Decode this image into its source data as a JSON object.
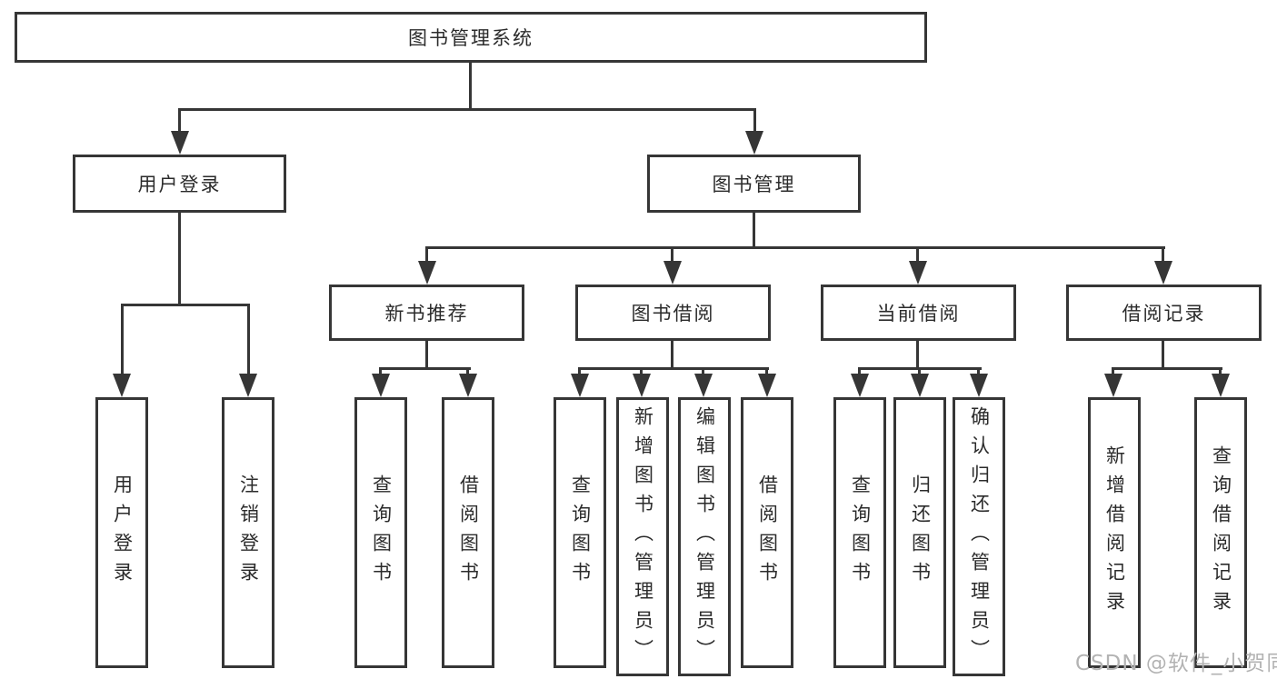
{
  "tree": {
    "label": "图书管理系统",
    "children": [
      {
        "label": "用户登录",
        "children": [
          {
            "label": "用户登录"
          },
          {
            "label": "注销登录"
          }
        ]
      },
      {
        "label": "图书管理",
        "children": [
          {
            "label": "新书推荐",
            "children": [
              {
                "label": "查询图书"
              },
              {
                "label": "借阅图书"
              }
            ]
          },
          {
            "label": "图书借阅",
            "children": [
              {
                "label": "查询图书"
              },
              {
                "label": "新增图书（管理员）"
              },
              {
                "label": "编辑图书（管理员）"
              },
              {
                "label": "借阅图书"
              }
            ]
          },
          {
            "label": "当前借阅",
            "children": [
              {
                "label": "查询图书"
              },
              {
                "label": "归还图书"
              },
              {
                "label": "确认归还（管理员）"
              }
            ]
          },
          {
            "label": "借阅记录",
            "children": [
              {
                "label": "新增借阅记录"
              },
              {
                "label": "查询借阅记录"
              }
            ]
          }
        ]
      }
    ]
  },
  "watermark": {
    "text": "CSDN @软件_小贺同学"
  },
  "colors": {
    "line": "#363636",
    "text": "#2b2b2b",
    "watermark": "#b3b3b3",
    "background": "#ffffff"
  }
}
